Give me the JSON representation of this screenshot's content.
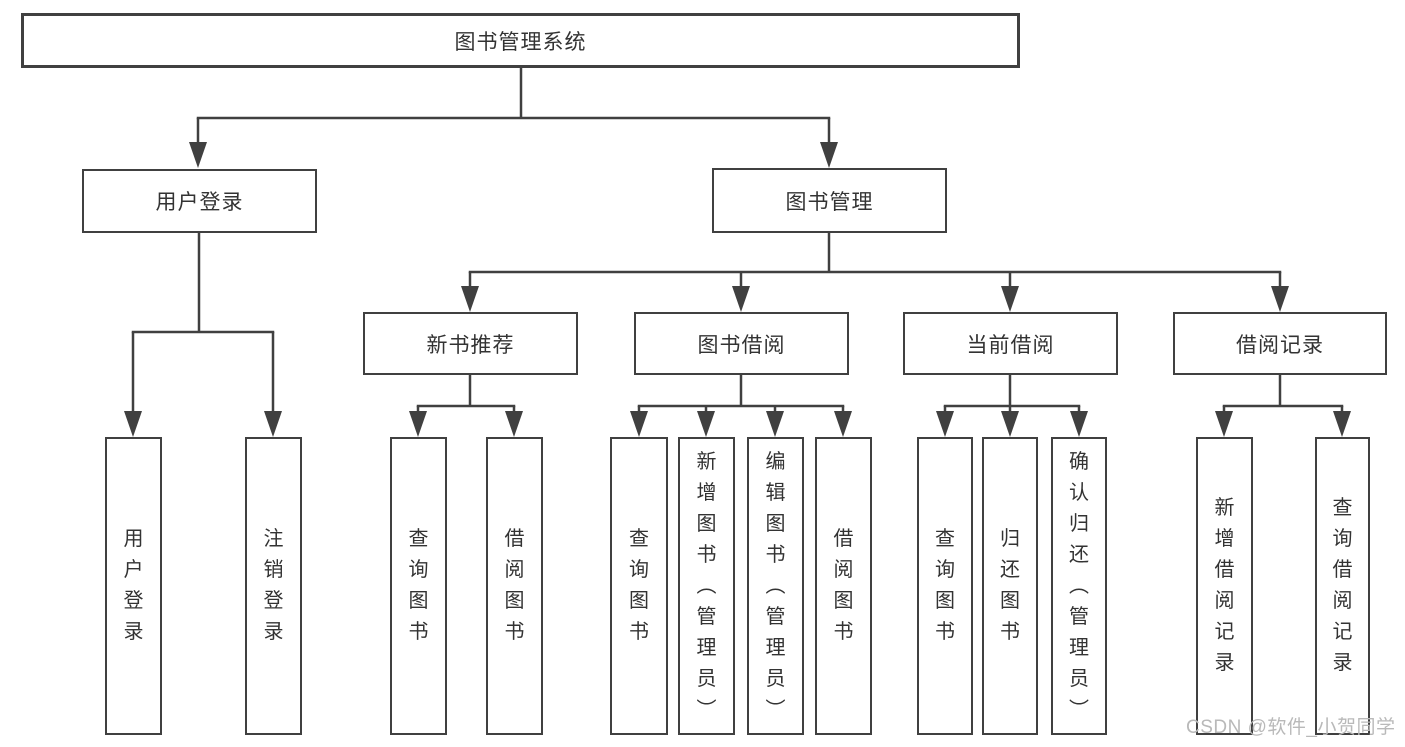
{
  "diagram_title": "图书管理系统",
  "nodes": {
    "system": "图书管理系统",
    "login_branch": "用户登录",
    "book_mgmt": "图书管理",
    "recommend": "新书推荐",
    "borrow": "图书借阅",
    "current": "当前借阅",
    "records": "借阅记录",
    "login_leaf": "用户登录",
    "logout": "注销登录",
    "rec_query": "查询图书",
    "rec_borrow": "借阅图书",
    "bb_query": "查询图书",
    "bb_add": "新增图书（管理员）",
    "bb_edit": "编辑图书（管理员）",
    "bb_borrow": "借阅图书",
    "cb_query": "查询图书",
    "cb_return": "归还图书",
    "cb_confirm": "确认归还（管理员）",
    "br_add": "新增借阅记录",
    "br_query": "查询借阅记录"
  },
  "hierarchy": [
    {
      "from": "图书管理系统",
      "to": [
        "用户登录",
        "图书管理"
      ]
    },
    {
      "from": "用户登录",
      "to": [
        "用户登录",
        "注销登录"
      ]
    },
    {
      "from": "图书管理",
      "to": [
        "新书推荐",
        "图书借阅",
        "当前借阅",
        "借阅记录"
      ]
    },
    {
      "from": "新书推荐",
      "to": [
        "查询图书",
        "借阅图书"
      ]
    },
    {
      "from": "图书借阅",
      "to": [
        "查询图书",
        "新增图书（管理员）",
        "编辑图书（管理员）",
        "借阅图书"
      ]
    },
    {
      "from": "当前借阅",
      "to": [
        "查询图书",
        "归还图书",
        "确认归还（管理员）"
      ]
    },
    {
      "from": "借阅记录",
      "to": [
        "新增借阅记录",
        "查询借阅记录"
      ]
    }
  ],
  "watermark": "CSDN @软件_小贺同学",
  "colors": {
    "line": "#404040",
    "text": "#333333",
    "background": "#ffffff",
    "watermark": "#b9b9b9"
  }
}
